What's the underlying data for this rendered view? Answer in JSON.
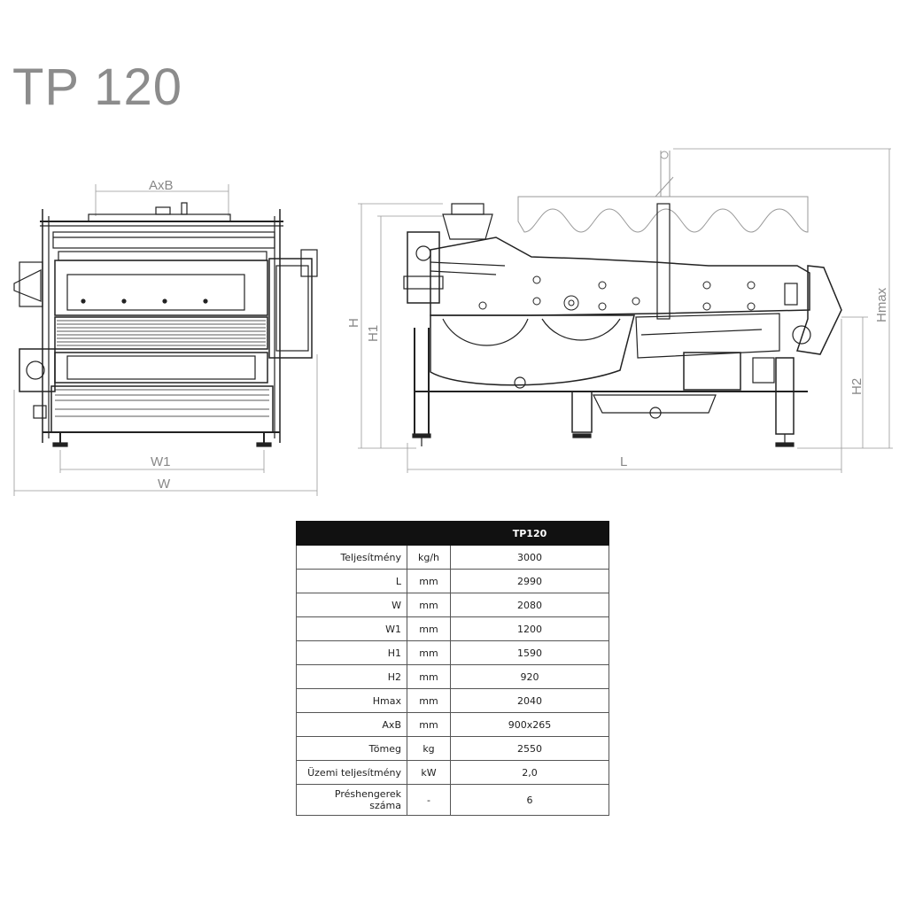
{
  "title": "TP 120",
  "drawing": {
    "front_labels": {
      "axb": "AxB",
      "w1": "W1",
      "w": "W"
    },
    "side_labels": {
      "h": "H",
      "h1": "H1",
      "h2": "H2",
      "hmax": "Hmax",
      "l": "L"
    }
  },
  "spec_table": {
    "header": [
      "",
      "",
      "TP120"
    ],
    "rows": [
      {
        "name": "Teljesítmény",
        "unit": "kg/h",
        "value": "3000"
      },
      {
        "name": "L",
        "unit": "mm",
        "value": "2990"
      },
      {
        "name": "W",
        "unit": "mm",
        "value": "2080"
      },
      {
        "name": "W1",
        "unit": "mm",
        "value": "1200"
      },
      {
        "name": "H1",
        "unit": "mm",
        "value": "1590"
      },
      {
        "name": "H2",
        "unit": "mm",
        "value": "920"
      },
      {
        "name": "Hmax",
        "unit": "mm",
        "value": "2040"
      },
      {
        "name": "AxB",
        "unit": "mm",
        "value": "900x265"
      },
      {
        "name": "Tömeg",
        "unit": "kg",
        "value": "2550"
      },
      {
        "name": "Üzemi teljesítmény",
        "unit": "kW",
        "value": "2,0"
      },
      {
        "name": "Préshengerek száma",
        "unit": "-",
        "value": "6"
      }
    ]
  }
}
